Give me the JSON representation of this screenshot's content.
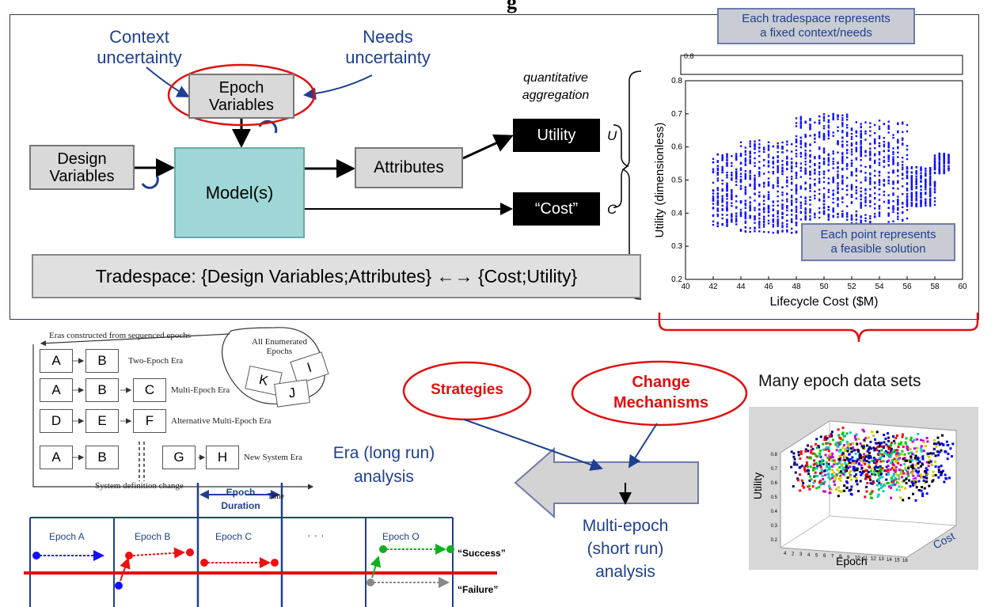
{
  "top_title_fragment": "g",
  "context_uncertainty": "Context\nuncertainty",
  "needs_uncertainty": "Needs\nuncertainty",
  "epoch_variables": "Epoch\nVariables",
  "design_variables": "Design\nVariables",
  "model": "Model(s)",
  "attributes": "Attributes",
  "quantitative_aggregation": "quantitative\naggregation",
  "utility": "Utility",
  "cost": "“Cost”",
  "u_label": "U",
  "c_label": "C",
  "tradespace_formula": "Tradespace: {Design Variables;Attributes} ←→ {Cost;Utility}",
  "callout_tradespace": "Each tradespace represents\na fixed context/needs",
  "callout_point": "Each point represents\na feasible solution",
  "many_epoch": "Many epoch data sets",
  "strategies": "Strategies",
  "change_mechanisms": "Change\nMechanisms",
  "era_analysis": "Era (long run)\nanalysis",
  "multi_epoch": "Multi-epoch\n(short run)\nanalysis",
  "era_diagram": {
    "header": "Eras constructed from sequenced epochs",
    "all_enumerated": "All Enumerated\nEpochs",
    "enumerated": [
      "I",
      "K",
      "J"
    ],
    "rows": [
      {
        "boxes": [
          "A",
          "B"
        ],
        "label": "Two-Epoch Era"
      },
      {
        "boxes": [
          "A",
          "B",
          "C"
        ],
        "label": "Multi-Epoch Era"
      },
      {
        "boxes": [
          "D",
          "E",
          "F"
        ],
        "label": "Alternative Multi-Epoch Era"
      },
      {
        "boxes": [
          "A",
          "B",
          "G",
          "H"
        ],
        "label": "New System Era"
      }
    ],
    "system_change": "System definition change",
    "epoch_duration": "Epoch\nDuration",
    "time": "Time"
  },
  "timeline": {
    "epochs": [
      "Epoch A",
      "Epoch B",
      "Epoch C",
      "· · ·",
      "Epoch O"
    ],
    "success": "“Success”",
    "failure": "“Failure”"
  },
  "chart_data": [
    {
      "type": "scatter",
      "xlabel": "Lifecycle Cost ($M)",
      "ylabel": "Utility (dimensionless)",
      "xlim": [
        40,
        60
      ],
      "ylim": [
        0.2,
        0.8
      ],
      "xticks": [
        40,
        42,
        44,
        46,
        48,
        50,
        52,
        54,
        56,
        58,
        60
      ],
      "yticks": [
        0.2,
        0.3,
        0.4,
        0.5,
        0.6,
        0.7,
        0.8
      ],
      "behind_tick": "0.8",
      "marker_color": "#1010ff",
      "clusters": [
        {
          "x": [
            42,
            44
          ],
          "y": [
            0.36,
            0.58
          ]
        },
        {
          "x": [
            44,
            48
          ],
          "y": [
            0.34,
            0.62
          ]
        },
        {
          "x": [
            48,
            52
          ],
          "y": [
            0.38,
            0.7
          ]
        },
        {
          "x": [
            52,
            56
          ],
          "y": [
            0.32,
            0.68
          ]
        },
        {
          "x": [
            58,
            59
          ],
          "y": [
            0.52,
            0.58
          ]
        },
        {
          "x": [
            56,
            58
          ],
          "y": [
            0.42,
            0.54
          ]
        }
      ]
    },
    {
      "type": "scatter-3d",
      "xlabel": "Epoch",
      "ylabel": "Utility",
      "zlabel": "Cost",
      "xticks": [
        4,
        2,
        3,
        4,
        5,
        6,
        7,
        8,
        9,
        10,
        11,
        12,
        13,
        14,
        15,
        16
      ],
      "yticks": [
        0.2,
        0.3,
        0.4,
        0.5,
        0.6,
        0.7,
        0.8
      ],
      "series_colors": [
        "#000080",
        "#ff0000",
        "#00cc00",
        "#00cccc",
        "#cc00cc",
        "#cccc00",
        "#000000",
        "#0000ff"
      ]
    }
  ]
}
